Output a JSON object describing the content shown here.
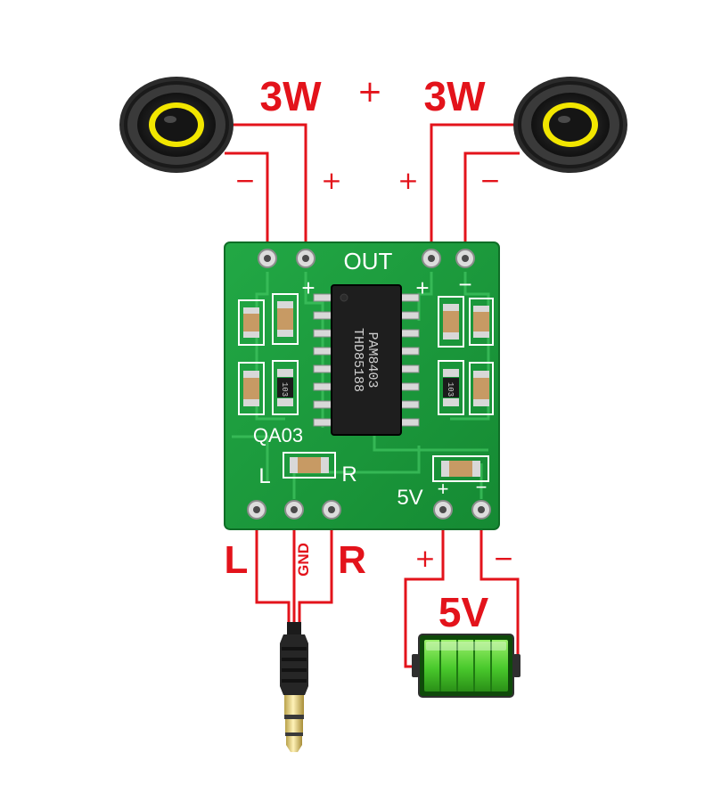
{
  "labels": {
    "power_left": "3W",
    "power_right": "3W",
    "plus_top": "+",
    "left_speaker_minus": "−",
    "left_speaker_plus": "+",
    "right_speaker_plus": "+",
    "right_speaker_minus": "−",
    "input_left": "L",
    "input_right": "R",
    "input_gnd": "GND",
    "supply_voltage": "5V",
    "supply_plus": "+",
    "supply_minus": "−"
  },
  "board": {
    "out_label": "OUT",
    "left_plus_pad": "+",
    "right_plus_pad": "+",
    "right_minus_pad": "−",
    "model": "QA03",
    "l_label": "L",
    "r_label": "R",
    "supply_label": "5V",
    "supply_plus_pad": "+",
    "supply_minus_pad": "−",
    "chip_line1": "PAM8403",
    "chip_line2": "THD85188",
    "resistor_left": "103",
    "resistor_right": "103"
  },
  "colors": {
    "wire": "#e3131b",
    "board": "#1c9a3c",
    "speaker_ring": "#f2e600",
    "battery": "#49c92c"
  },
  "icons": {
    "speaker": "speaker-icon",
    "audio_jack": "audio-jack-icon",
    "battery": "battery-icon"
  }
}
